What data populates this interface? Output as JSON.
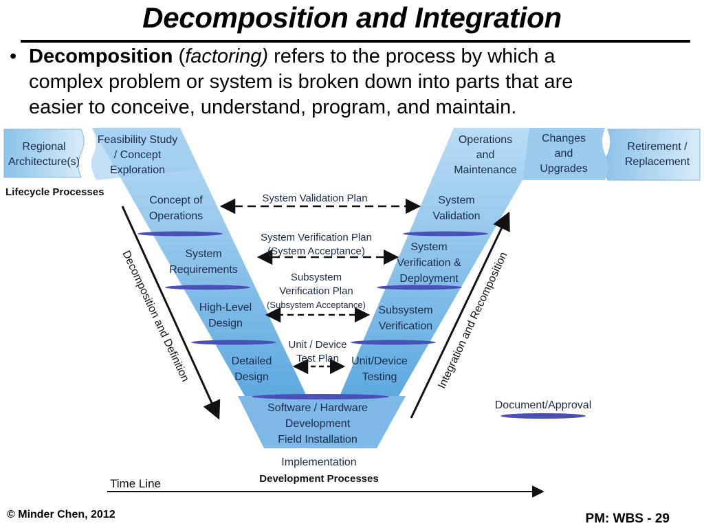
{
  "slide": {
    "title": "Decomposition and Integration",
    "bullet": {
      "term": "Decomposition",
      "paren_open": " (",
      "alias": "factoring)",
      "rest_line1": " refers to the process by which a",
      "line2": "complex problem or system is broken down into parts that are",
      "line3": "easier to conceive, understand, program, and maintain."
    },
    "footer": {
      "copyright": "© Minder Chen, 2012",
      "page": "PM: WBS - 29"
    }
  },
  "diagram": {
    "colors": {
      "box_light": "#cfe6f6",
      "box_mid": "#8fc3ea",
      "box_dark": "#4f9fd8",
      "divider": "#4a50b8",
      "arrow": "#111111"
    },
    "left_box": {
      "line1": "Regional",
      "line2": "Architecture(s)"
    },
    "right_box": {
      "line1": "Retirement /",
      "line2": "Replacement"
    },
    "left_arm": [
      {
        "name": "feasibility",
        "lines": [
          "Feasibility Study",
          "/ Concept",
          "Exploration"
        ]
      },
      {
        "name": "concept-of-operations",
        "lines": [
          "Concept of",
          "Operations"
        ]
      },
      {
        "name": "system-requirements",
        "lines": [
          "System",
          "Requirements"
        ]
      },
      {
        "name": "high-level-design",
        "lines": [
          "High-Level",
          "Design"
        ]
      },
      {
        "name": "detailed-design",
        "lines": [
          "Detailed",
          "Design"
        ]
      }
    ],
    "right_arm": [
      {
        "name": "operations-maintenance",
        "lines": [
          "Operations",
          "and",
          "Maintenance"
        ]
      },
      {
        "name": "changes-upgrades",
        "lines": [
          "Changes",
          "and",
          "Upgrades"
        ]
      },
      {
        "name": "system-validation",
        "lines": [
          "System",
          "Validation"
        ]
      },
      {
        "name": "system-verification-deployment",
        "lines": [
          "System",
          "Verification &",
          "Deployment"
        ]
      },
      {
        "name": "subsystem-verification",
        "lines": [
          "Subsystem",
          "Verification"
        ]
      },
      {
        "name": "unit-device-testing",
        "lines": [
          "Unit/Device",
          "Testing"
        ]
      }
    ],
    "bottom": {
      "lines": [
        "Software / Hardware",
        "Development",
        "Field Installation"
      ]
    },
    "plans": [
      {
        "name": "system-validation-plan",
        "lines": [
          "System Validation Plan"
        ]
      },
      {
        "name": "system-verification-plan",
        "lines": [
          "System Verification Plan",
          "(System Acceptance)"
        ]
      },
      {
        "name": "subsystem-verification-plan",
        "lines": [
          "Subsystem",
          "Verification Plan",
          "(Subsystem Acceptance)"
        ]
      },
      {
        "name": "unit-device-test-plan",
        "lines": [
          "Unit / Device",
          "Test Plan"
        ]
      }
    ],
    "lifecycle_label": "Lifecycle Processes",
    "decomposition_label": "Decomposition and Definition",
    "integration_label": "Integration and Recomposition",
    "implementation_label": "Implementation",
    "development_label": "Development Processes",
    "timeline_label": "Time Line",
    "legend_label": "Document/Approval"
  }
}
